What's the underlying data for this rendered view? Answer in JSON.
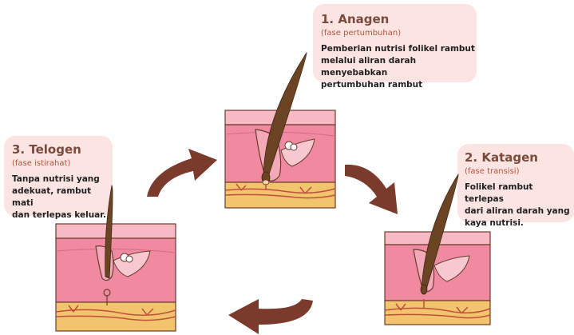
{
  "phases": {
    "anagen": {
      "title": "1. Anagen",
      "subtitle": "(fase pertumbuhan)",
      "description_lines": [
        "Pemberian nutrisi folikel rambut",
        "melalui aliran darah menyebabkan",
        "pertumbuhan rambut"
      ]
    },
    "katagen": {
      "title": "2. Katagen",
      "subtitle": "(fase transisi)",
      "description_lines": [
        "Folikel rambut terlepas",
        "dari aliran darah yang",
        "kaya nutrisi."
      ]
    },
    "telogen": {
      "title": "3. Telogen",
      "subtitle": "(fase istirahat)",
      "description_lines": [
        "Tanpa nutrisi yang",
        "adekuat, rambut mati",
        "dan terlepas keluar."
      ]
    }
  },
  "colors": {
    "card_bg": "#fbe4e1",
    "title": "#7a4a3c",
    "subtitle": "#b0563f",
    "arrow": "#7b3b2c",
    "skin_light": "#f7b9c3",
    "skin_mid": "#f08aa0",
    "fat": "#f3c46e",
    "hair": "#6b4423"
  }
}
